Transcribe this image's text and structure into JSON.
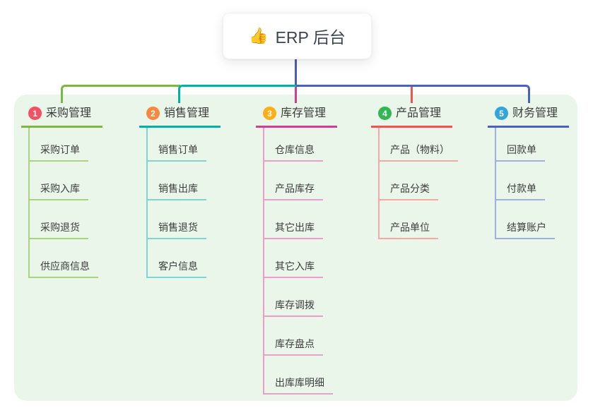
{
  "root": {
    "icon": "👍",
    "icon_name": "thumbs-up-icon",
    "title": "ERP 后台"
  },
  "palette": {
    "panel_bg": "#e9f6e9",
    "trunk_line": "#4a5ac9",
    "root_text": "#3c4454",
    "node_text": "#3d3d3d"
  },
  "branches": [
    {
      "id": "purchase",
      "badge": "1",
      "badge_color": "#f45062",
      "line_color": "#7db742",
      "line_light": "#a9d37f",
      "title": "采购管理",
      "children": [
        "采购订单",
        "采购入库",
        "采购退货",
        "供应商信息"
      ]
    },
    {
      "id": "sales",
      "badge": "2",
      "badge_color": "#f8873f",
      "line_color": "#00b1a7",
      "line_light": "#7fd4cd",
      "title": "销售管理",
      "children": [
        "销售订单",
        "销售出库",
        "销售退货",
        "客户信息"
      ]
    },
    {
      "id": "inventory",
      "badge": "3",
      "badge_color": "#fbae17",
      "line_color": "#d63b94",
      "line_light": "#eb9ec8",
      "title": "库存管理",
      "children": [
        "仓库信息",
        "产品库存",
        "其它出库",
        "其它入库",
        "库存调拨",
        "库存盘点",
        "出库库明细"
      ]
    },
    {
      "id": "product",
      "badge": "4",
      "badge_color": "#2eb753",
      "line_color": "#f4524f",
      "line_light": "#f8a8a4",
      "title": "产品管理",
      "children": [
        "产品（物料）",
        "产品分类",
        "产品单位"
      ]
    },
    {
      "id": "finance",
      "badge": "5",
      "badge_color": "#32a5dc",
      "line_color": "#4a60c7",
      "line_light": "#9fb0e0",
      "title": "财务管理",
      "children": [
        "回款单",
        "付款单",
        "结算账户"
      ]
    }
  ]
}
